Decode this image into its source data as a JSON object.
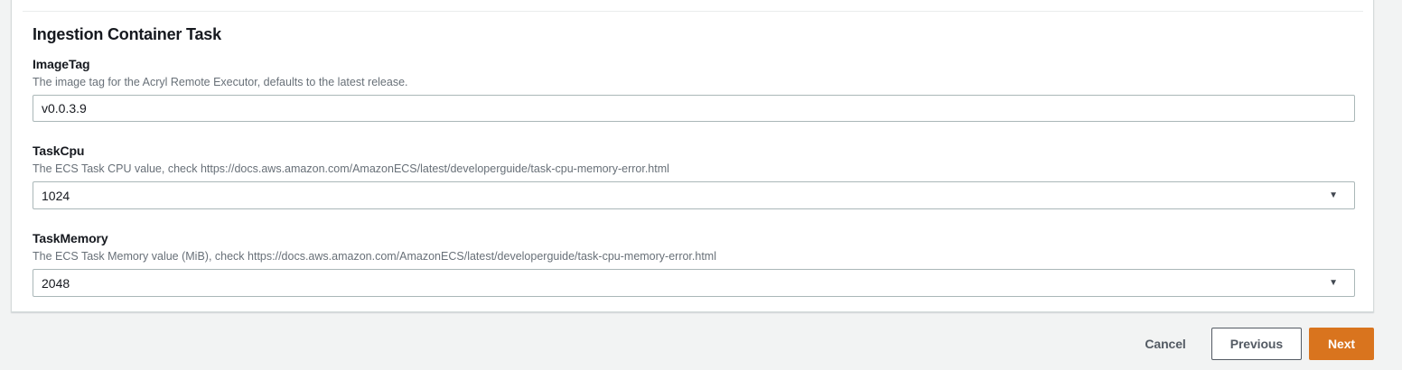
{
  "section": {
    "title": "Ingestion Container Task"
  },
  "fields": [
    {
      "label": "ImageTag",
      "description": "The image tag for the Acryl Remote Executor, defaults to the latest release.",
      "value": "v0.0.3.9",
      "type": "text"
    },
    {
      "label": "TaskCpu",
      "description": "The ECS Task CPU value, check https://docs.aws.amazon.com/AmazonECS/latest/developerguide/task-cpu-memory-error.html",
      "value": "1024",
      "type": "select"
    },
    {
      "label": "TaskMemory",
      "description": "The ECS Task Memory value (MiB), check https://docs.aws.amazon.com/AmazonECS/latest/developerguide/task-cpu-memory-error.html",
      "value": "2048",
      "type": "select"
    }
  ],
  "footer": {
    "cancel_label": "Cancel",
    "previous_label": "Previous",
    "next_label": "Next"
  },
  "icons": {
    "select_arrow": "▼"
  },
  "colors": {
    "page_background": "#f2f3f3",
    "card_background": "#ffffff",
    "accent_orange": "#d9741e",
    "button_gray": "#545b64",
    "input_border": "#aab7b8",
    "description_text": "#687078"
  }
}
